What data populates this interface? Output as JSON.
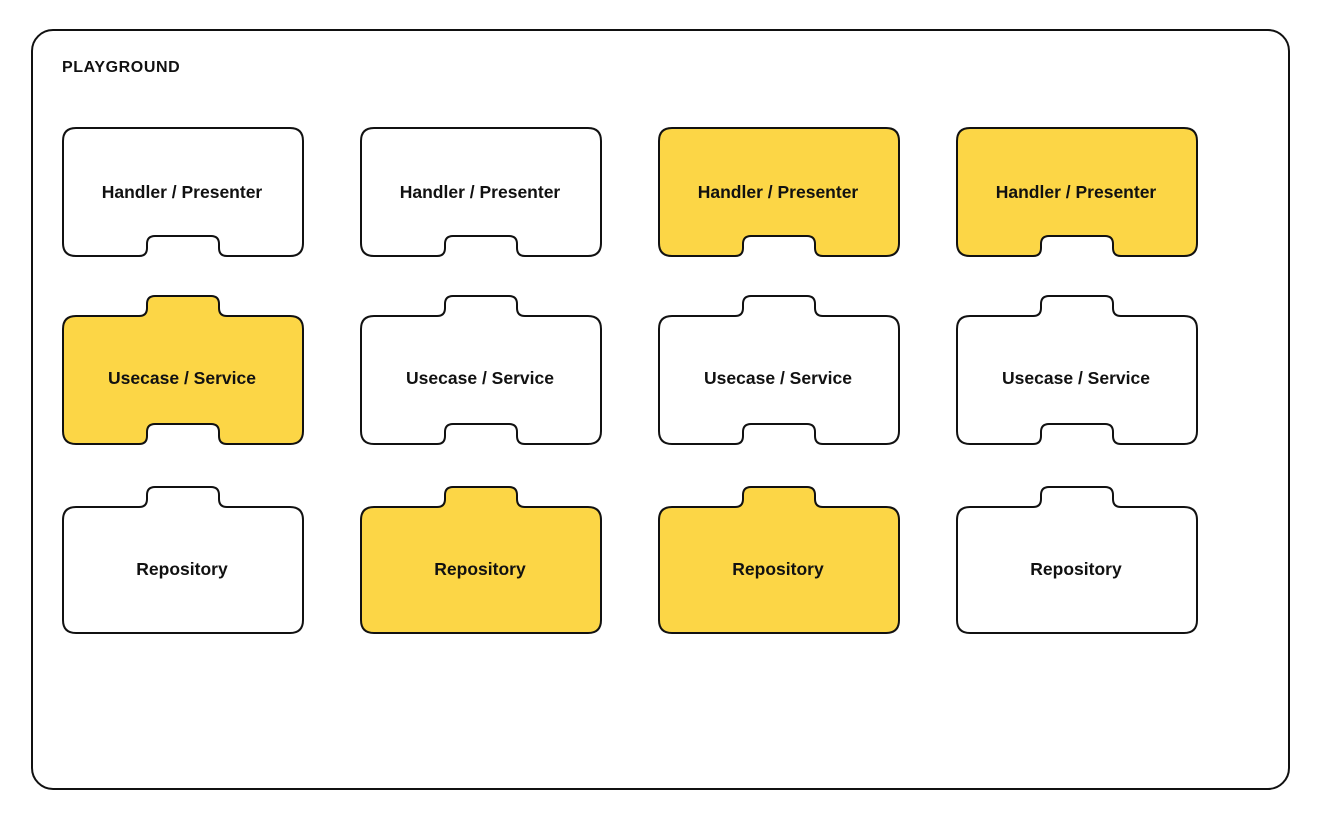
{
  "panel": {
    "title": "PLAYGROUND",
    "border_color": "#111111",
    "background_color": "#ffffff"
  },
  "colors": {
    "accent_yellow": "#FCD646",
    "outline": "#111111",
    "card_white": "#ffffff",
    "text": "#111111"
  },
  "grid": {
    "columns": 4,
    "rows": 3,
    "row_labels": [
      "Handler / Presenter",
      "Usecase / Service",
      "Repository"
    ]
  },
  "cards": [
    {
      "id": "handler-1",
      "label": "Handler / Presenter",
      "row": "handler",
      "column": 1,
      "highlighted": false,
      "fill": "#ffffff",
      "shape": "notch-bottom"
    },
    {
      "id": "handler-2",
      "label": "Handler / Presenter",
      "row": "handler",
      "column": 2,
      "highlighted": false,
      "fill": "#ffffff",
      "shape": "notch-bottom"
    },
    {
      "id": "handler-3",
      "label": "Handler / Presenter",
      "row": "handler",
      "column": 3,
      "highlighted": true,
      "fill": "#FCD646",
      "shape": "notch-bottom"
    },
    {
      "id": "handler-4",
      "label": "Handler / Presenter",
      "row": "handler",
      "column": 4,
      "highlighted": true,
      "fill": "#FCD646",
      "shape": "notch-bottom"
    },
    {
      "id": "usecase-1",
      "label": "Usecase / Service",
      "row": "usecase",
      "column": 1,
      "highlighted": true,
      "fill": "#FCD646",
      "shape": "tab-top-notch-bottom"
    },
    {
      "id": "usecase-2",
      "label": "Usecase / Service",
      "row": "usecase",
      "column": 2,
      "highlighted": false,
      "fill": "#ffffff",
      "shape": "tab-top-notch-bottom"
    },
    {
      "id": "usecase-3",
      "label": "Usecase / Service",
      "row": "usecase",
      "column": 3,
      "highlighted": false,
      "fill": "#ffffff",
      "shape": "tab-top-notch-bottom"
    },
    {
      "id": "usecase-4",
      "label": "Usecase / Service",
      "row": "usecase",
      "column": 4,
      "highlighted": false,
      "fill": "#ffffff",
      "shape": "tab-top-notch-bottom"
    },
    {
      "id": "repository-1",
      "label": "Repository",
      "row": "repository",
      "column": 1,
      "highlighted": false,
      "fill": "#ffffff",
      "shape": "tab-top"
    },
    {
      "id": "repository-2",
      "label": "Repository",
      "row": "repository",
      "column": 2,
      "highlighted": true,
      "fill": "#FCD646",
      "shape": "tab-top"
    },
    {
      "id": "repository-3",
      "label": "Repository",
      "row": "repository",
      "column": 3,
      "highlighted": true,
      "fill": "#FCD646",
      "shape": "tab-top"
    },
    {
      "id": "repository-4",
      "label": "Repository",
      "row": "repository",
      "column": 4,
      "highlighted": false,
      "fill": "#ffffff",
      "shape": "tab-top"
    }
  ]
}
